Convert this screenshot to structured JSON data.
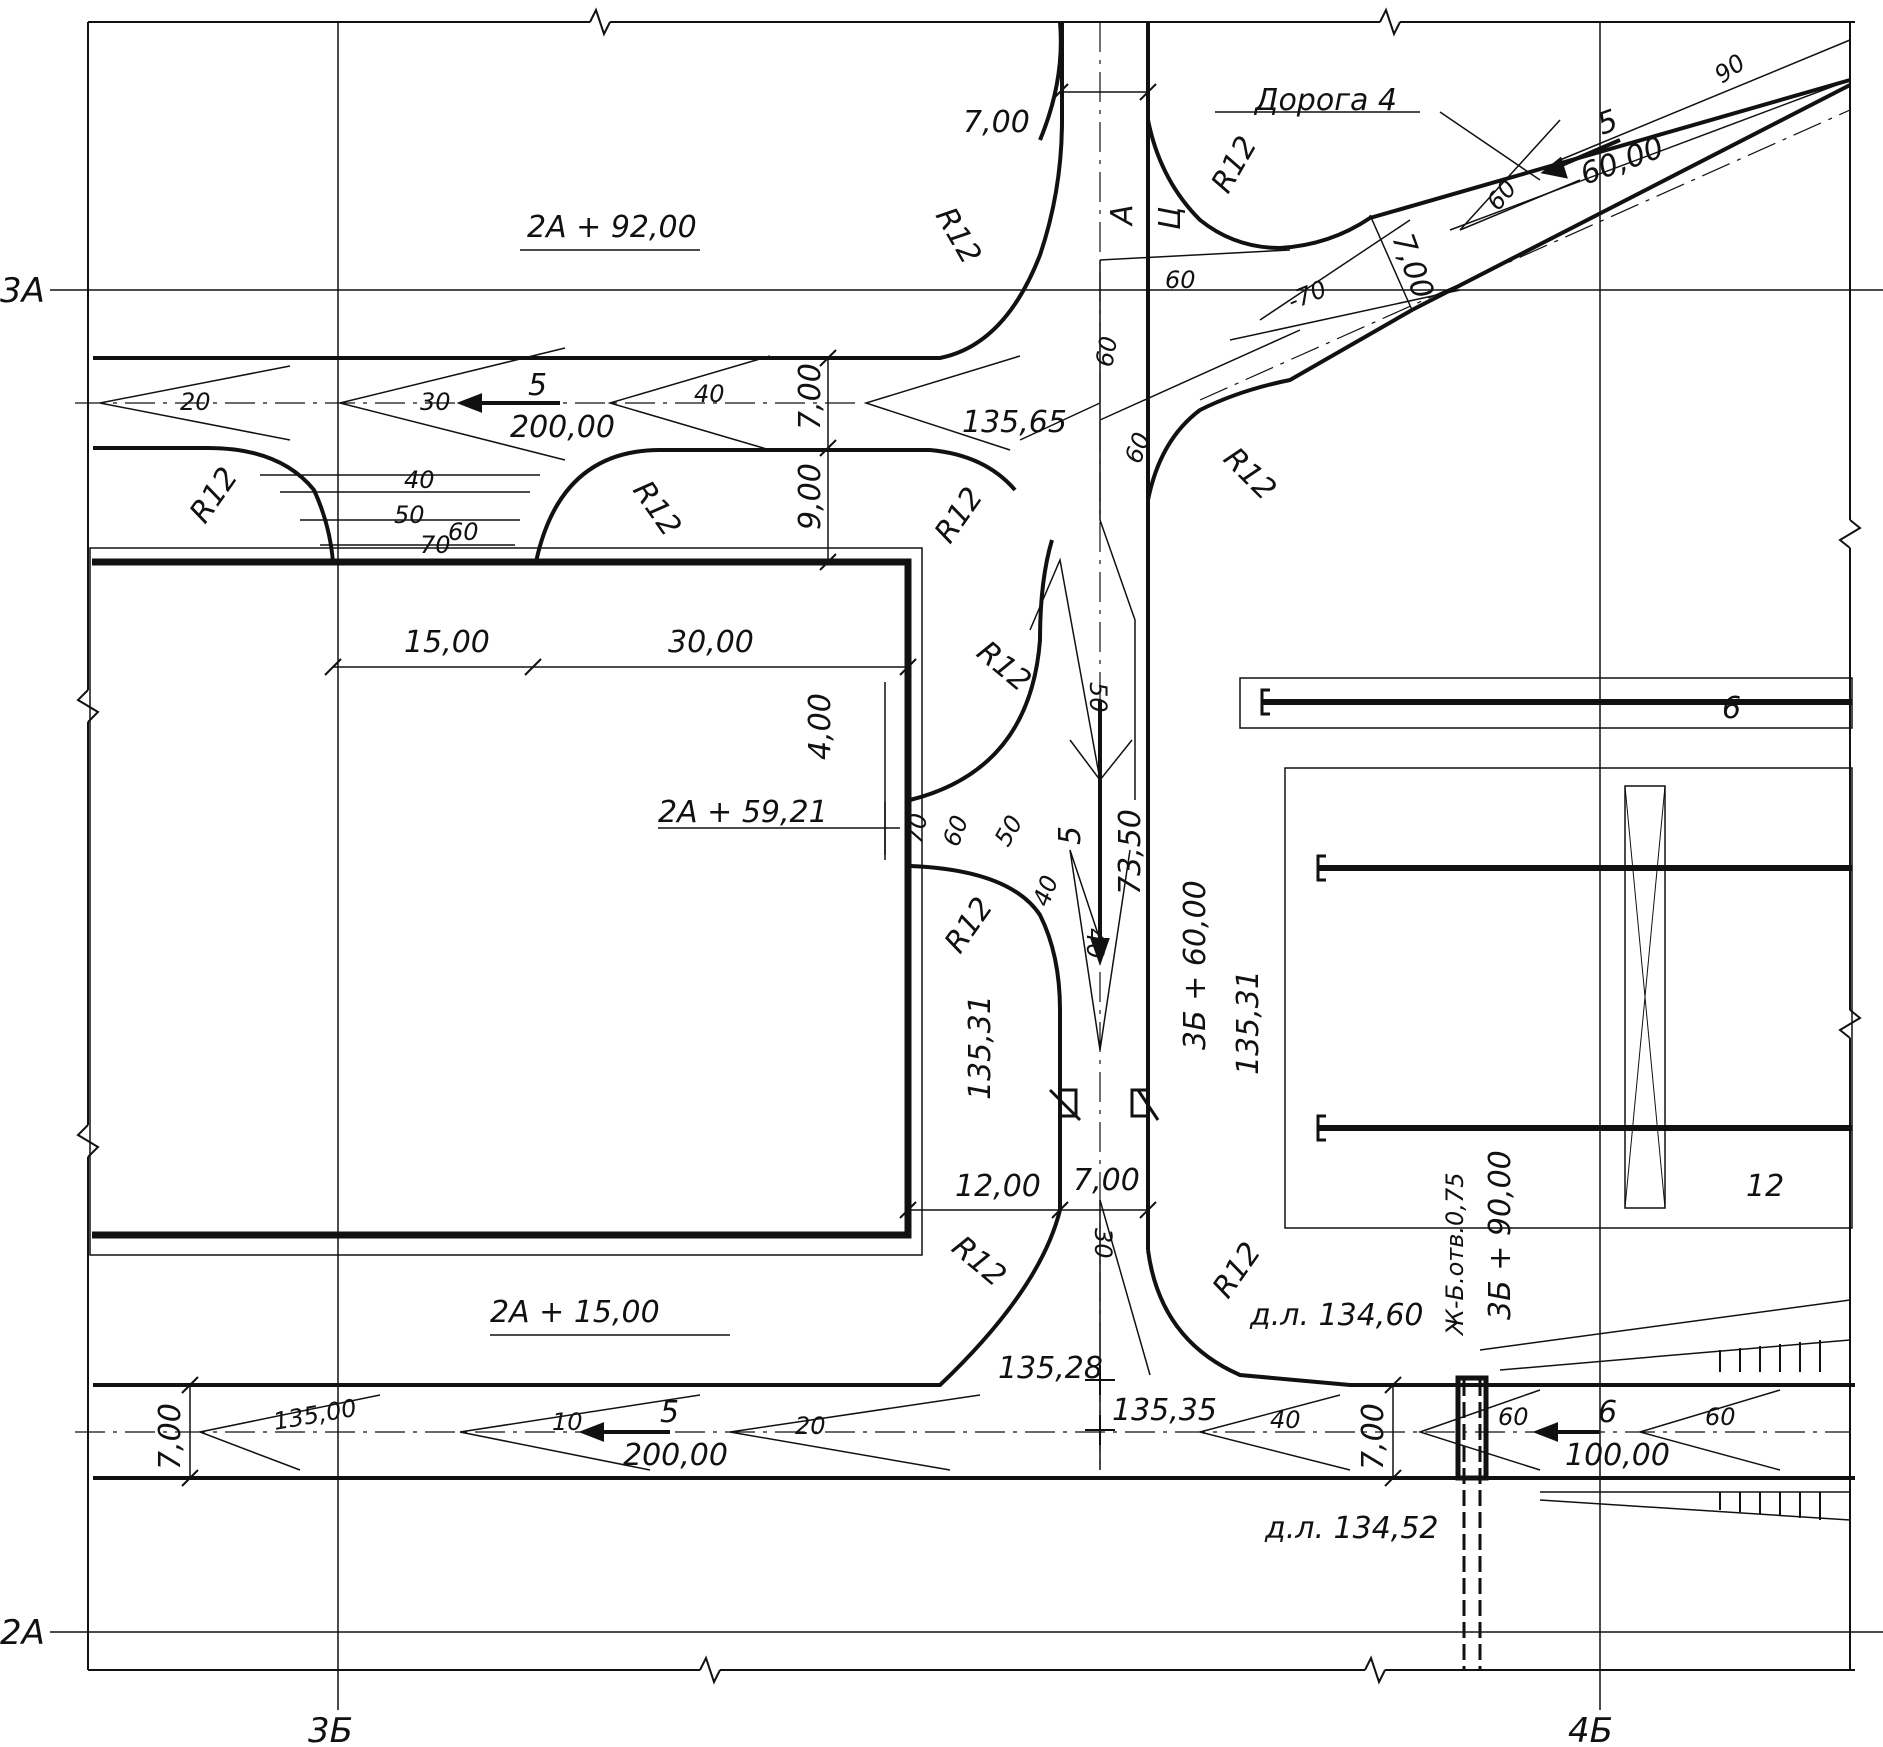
{
  "axes": {
    "row_3a": "3A",
    "row_2a": "2A",
    "col_3b": "3Б",
    "col_4b": "4Б"
  },
  "road_name": "Дорога 4",
  "stations": {
    "s_2a_92": "2А + 92,00",
    "s_2a_59": "2А + 59,21",
    "s_2a_15": "2А + 15,00",
    "s_3b_60": "3Б + 60,00",
    "s_3b_90": "3Б + 90,00"
  },
  "dimensions": {
    "w_7_top": "7,00",
    "w_7_left": "7,00",
    "d_9": "9,00",
    "d_15": "15,00",
    "d_30": "30,00",
    "d_4": "4,00",
    "d_12": "12,00",
    "w_7_mid": "7,00",
    "w_7_bl": "7,00",
    "w_7_br": "7,00",
    "w_7_road4": "7,00"
  },
  "radii": {
    "r1": "R12",
    "r2": "R12",
    "r3": "R12",
    "r4": "R12",
    "r5": "R12",
    "r6": "R12",
    "r7": "R12",
    "r8": "R12",
    "r9": "R12",
    "r10": "R12"
  },
  "elevations": {
    "e_135_65": "135,65",
    "e_73_50": "73,50",
    "e_135_31_l": "135,31",
    "e_135_31_r": "135,31",
    "e_135_28": "135,28",
    "e_135_35": "135,35",
    "e_135_00": "135,00",
    "e_dl_134_60": "д.л. 134,60",
    "e_dl_134_52": "д.л. 134,52",
    "rail_label": "Ж-Б.отв.0,75"
  },
  "slopes": {
    "top_road": {
      "value": "5",
      "length": "200,00"
    },
    "bottom_road": {
      "value": "5",
      "length": "200,00"
    },
    "road4": {
      "value": "5",
      "length": "60,00"
    },
    "right_road": {
      "value": "6",
      "length": "100,00"
    },
    "mid_road": {
      "value": "5"
    }
  },
  "contours": {
    "c20": "20",
    "c30": "30",
    "c40a": "40",
    "c40b": "40",
    "c50a": "50",
    "c70a": "70",
    "c60a": "60",
    "c60b": "60",
    "c60c": "60",
    "c60d": "60",
    "c70b": "-70",
    "c60e": "60",
    "c90": "90",
    "c50b": "50",
    "c70c": "70",
    "c60f": "60",
    "c50c": "50",
    "c40c": "40",
    "c40d": "40",
    "c30b": "30",
    "c10": "10",
    "c20b": "20",
    "c40e": "40",
    "c60g": "60",
    "c60h": "60",
    "axis_a": "А",
    "axis_c": "Ц"
  },
  "buildings": {
    "b6": "6",
    "b12": "12"
  }
}
